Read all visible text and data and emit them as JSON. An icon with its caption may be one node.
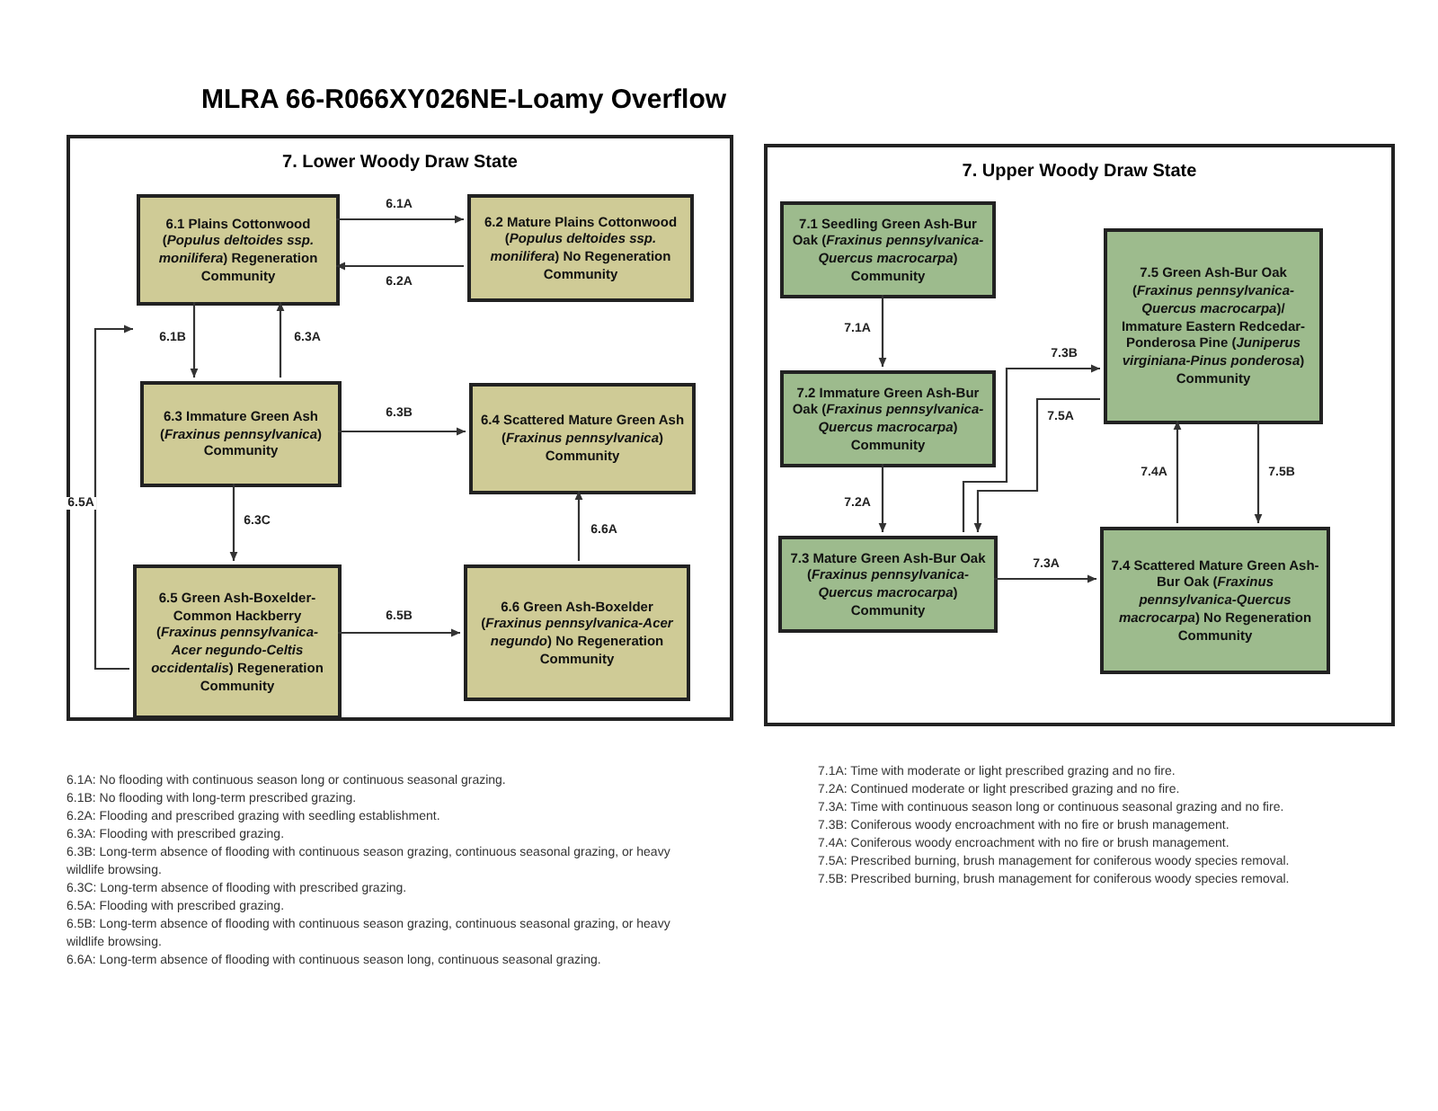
{
  "diagram": {
    "title": "MLRA 66-R066XY026NE-Loamy Overflow",
    "nodes": [
      {
        "text": [
          "7. Lower Woody Draw State"
        ]
      },
      {
        "text": [
          "6.1 Plains Cottonwood (*Populus deltoides ssp. monilifera*) Regeneration Community"
        ],
        "in": 0
      },
      {
        "text": [
          "6.2 Mature Plains Cottonwood (*Populus deltoides ssp. monilifera*) No Regeneration Community"
        ],
        "in": 0
      },
      {
        "text": [
          "6.3 Immature Green Ash (*Fraxinus pennsylvanica*) Community"
        ],
        "in": 0
      },
      {
        "text": [
          "6.4 Scattered Mature Green Ash (*Fraxinus pennsylvanica*) Community"
        ],
        "in": 0
      },
      {
        "text": [
          "6.5 Green Ash-Boxelder-Common Hackberry (*Fraxinus pennsylvanica-Acer negundo-Celtis occidentalis*) Regeneration Community"
        ],
        "in": 0
      },
      {
        "text": [
          "6.6 Green Ash-Boxelder (*Fraxinus pennsylvanica-Acer negundo*) No Regeneration Community"
        ],
        "in": 0
      },
      {
        "text": [
          "7. Upper Woody Draw State"
        ]
      },
      {
        "text": [
          "7.1 Seedling Green Ash-Bur Oak (*Fraxinus pennsylvanica-Quercus macrocarpa*) Community"
        ],
        "in": 7
      },
      {
        "text": [
          "7.2 Immature Green Ash-Bur Oak (*Fraxinus pennsylvanica-Quercus macrocarpa*) Community"
        ],
        "in": 7
      },
      {
        "text": [
          "7.5 Green Ash-Bur Oak (*Fraxinus pennsylvanica-Quercus macrocarpa*)/ Immature Eastern Redcedar-Ponderosa Pine (*Juniperus virginiana-Pinus ponderosa*) Community"
        ],
        "in": 7
      },
      {
        "text": [
          "7.3 Mature Green Ash-Bur Oak (*Fraxinus pennsylvanica-Quercus macrocarpa*) Community"
        ],
        "in": 7
      },
      {
        "text": [
          "7.4 Scattered Mature Green Ash-Bur Oak (*Fraxinus pennsylvanica-Quercus macrocarpa*) No Regeneration Community"
        ],
        "in": 7
      }
    ],
    "edges": [
      {
        "from": 1,
        "to": 2,
        "arrow": "to",
        "label": "6.1A"
      },
      {
        "from": 2,
        "to": 1,
        "arrow": "to",
        "label": "6.2A"
      },
      {
        "from": 1,
        "to": 3,
        "arrow": "to",
        "label": "6.1B"
      },
      {
        "from": 3,
        "to": 1,
        "arrow": "to",
        "label": "6.3A"
      },
      {
        "from": 3,
        "to": 4,
        "arrow": "to",
        "label": "6.3B"
      },
      {
        "from": 3,
        "to": 5,
        "arrow": "to",
        "label": "6.3C"
      },
      {
        "from": 5,
        "to": 1,
        "arrow": "to",
        "label": "6.5A"
      },
      {
        "from": 5,
        "to": 6,
        "arrow": "to",
        "label": "6.5B"
      },
      {
        "from": 6,
        "to": 4,
        "arrow": "to",
        "label": "6.6A"
      },
      {
        "from": 8,
        "to": 9,
        "arrow": "to",
        "label": "7.1A"
      },
      {
        "from": 9,
        "to": 11,
        "arrow": "to",
        "label": "7.2A"
      },
      {
        "from": 11,
        "to": 12,
        "arrow": "to",
        "label": "7.3A"
      },
      {
        "from": 11,
        "to": 10,
        "arrow": "to",
        "label": "7.3B"
      },
      {
        "from": 10,
        "to": 11,
        "arrow": "to",
        "label": "7.5A"
      },
      {
        "from": 12,
        "to": 10,
        "arrow": "to",
        "label": "7.4A"
      },
      {
        "from": 10,
        "to": 12,
        "arrow": "to",
        "label": "7.5B"
      }
    ],
    "labels": [
      "6.1A: No flooding with continuous season long or continuous seasonal grazing.",
      "6.1B: No flooding with long-term prescribed grazing.",
      "6.2A: Flooding and prescribed grazing with seedling establishment.",
      "6.3A: Flooding with prescribed grazing.",
      "6.3B: Long-term absence of flooding with continuous season grazing, continuous seasonal grazing, or heavy wildlife browsing.",
      "6.3C: Long-term absence of flooding with prescribed grazing.",
      "6.5A: Flooding with prescribed grazing.",
      "6.5B: Long-term absence of flooding with continuous season grazing, continuous seasonal grazing, or heavy wildlife browsing.",
      "6.6A: Long-term absence of flooding with continuous season long, continuous seasonal grazing.",
      "7.1A: Time with moderate or light prescribed grazing and no fire.",
      "7.2A: Continued moderate or light prescribed grazing and no fire.",
      "7.3A: Time with continuous season long or continuous seasonal grazing and no fire.",
      "7.3B: Coniferous woody encroachment with no fire or brush management.",
      "7.4A: Coniferous woody encroachment with no fire or brush management.",
      "7.5A: Prescribed burning, brush management for coniferous woody species removal.",
      "7.5B: Prescribed burning, brush management for coniferous woody species removal."
    ]
  }
}
